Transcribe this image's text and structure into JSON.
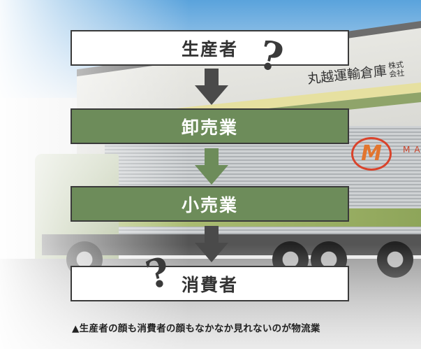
{
  "flow": {
    "steps": [
      {
        "label": "生産者",
        "style": "white"
      },
      {
        "label": "卸売業",
        "style": "green"
      },
      {
        "label": "小売業",
        "style": "green"
      },
      {
        "label": "消費者",
        "style": "white"
      }
    ],
    "question_mark": "?"
  },
  "photo": {
    "sign_main": "丸越運輸倉庫",
    "sign_small": "株式会社",
    "logo_text": "MA"
  },
  "caption": "▲生産者の顔も消費者の顔もなかなか見れないのが物流業",
  "colors": {
    "green": "#6d8c5a",
    "arrow": "#4a4a4a",
    "border": "#3a3a3a"
  }
}
